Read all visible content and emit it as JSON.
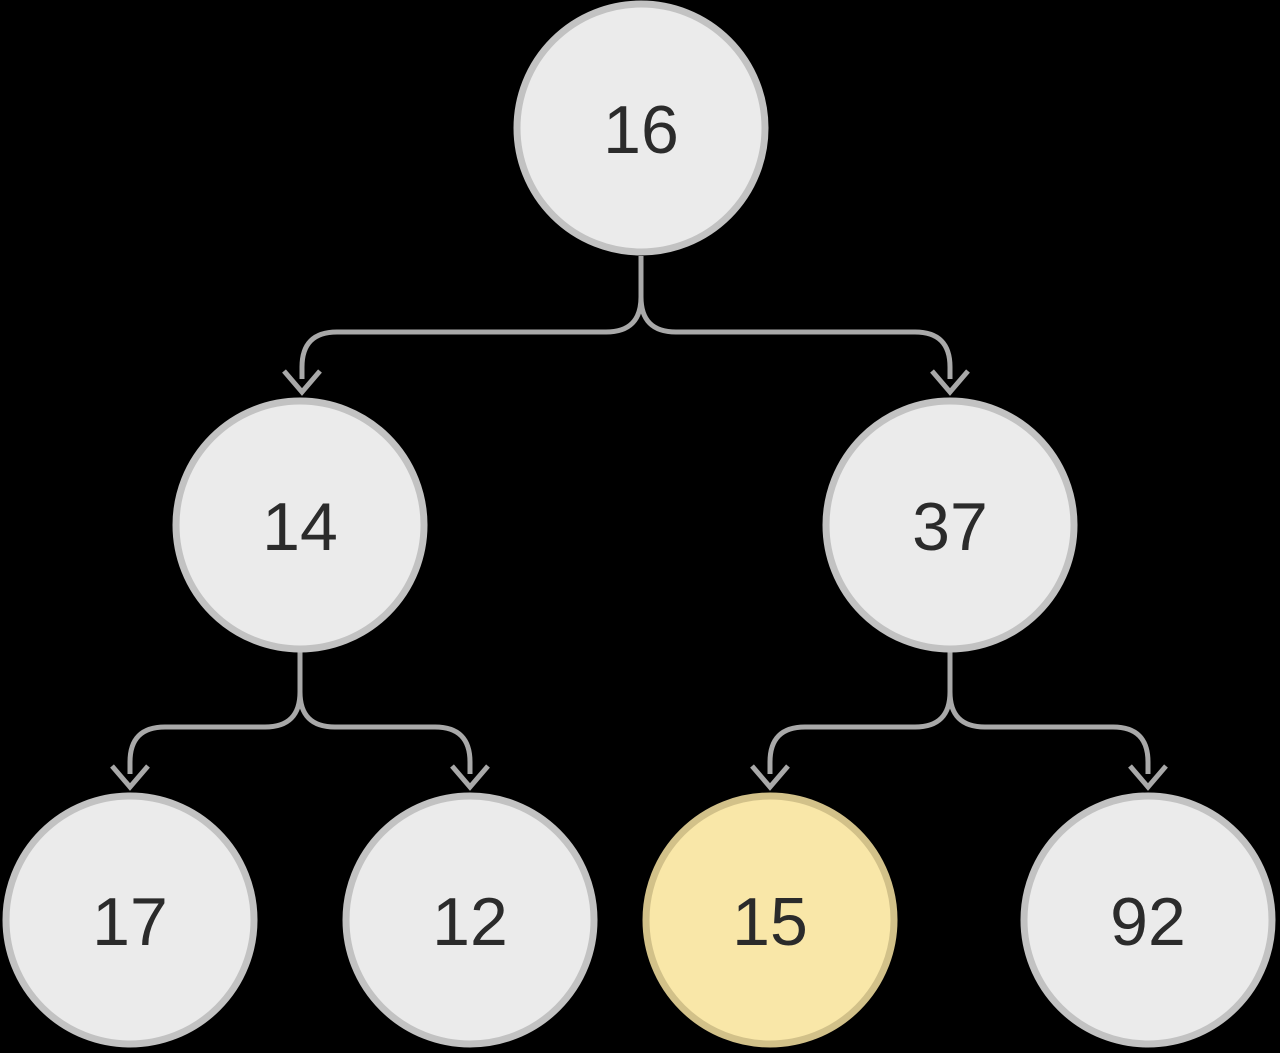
{
  "diagram": {
    "type": "binary-tree",
    "background": "#000000",
    "colors": {
      "node_fill": "#ebebeb",
      "node_border": "#c2c2c2",
      "highlight_fill": "#f9e7a8",
      "highlight_border": "#d2c189",
      "edge": "#a9a9a9",
      "text": "#2b2b2b"
    },
    "nodes": [
      {
        "id": "16",
        "value": "16",
        "level": 0,
        "highlighted": false
      },
      {
        "id": "14",
        "value": "14",
        "level": 1,
        "highlighted": false
      },
      {
        "id": "37",
        "value": "37",
        "level": 1,
        "highlighted": false
      },
      {
        "id": "17",
        "value": "17",
        "level": 2,
        "highlighted": false
      },
      {
        "id": "12",
        "value": "12",
        "level": 2,
        "highlighted": false
      },
      {
        "id": "15",
        "value": "15",
        "level": 2,
        "highlighted": true
      },
      {
        "id": "92",
        "value": "92",
        "level": 2,
        "highlighted": false
      }
    ],
    "edges": [
      {
        "from": "16",
        "to": "14"
      },
      {
        "from": "16",
        "to": "37"
      },
      {
        "from": "14",
        "to": "17"
      },
      {
        "from": "14",
        "to": "12"
      },
      {
        "from": "37",
        "to": "15"
      },
      {
        "from": "37",
        "to": "92"
      }
    ]
  }
}
